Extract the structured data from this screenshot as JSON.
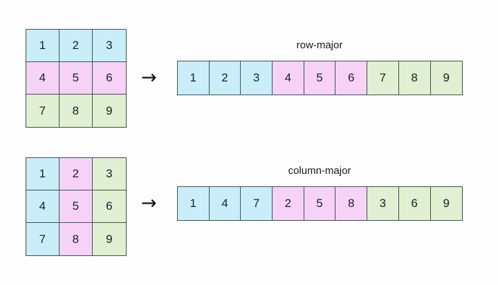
{
  "background_color": "#fdfdfd",
  "palette": {
    "blue": "#caeef9",
    "pink": "#f6d2f7",
    "green": "#e1efd2",
    "border": "#3f4f4f",
    "text": "#16202a"
  },
  "arrow_glyph": "→",
  "diagrams": [
    {
      "id": "row-major",
      "caption": "row-major",
      "matrix": {
        "rows": 3,
        "cols": 3,
        "cells": [
          {
            "value": "1",
            "color": "blue"
          },
          {
            "value": "2",
            "color": "blue"
          },
          {
            "value": "3",
            "color": "blue"
          },
          {
            "value": "4",
            "color": "pink"
          },
          {
            "value": "5",
            "color": "pink"
          },
          {
            "value": "6",
            "color": "pink"
          },
          {
            "value": "7",
            "color": "green"
          },
          {
            "value": "8",
            "color": "green"
          },
          {
            "value": "9",
            "color": "green"
          }
        ]
      },
      "strip": {
        "cells": [
          {
            "value": "1",
            "color": "blue"
          },
          {
            "value": "2",
            "color": "blue"
          },
          {
            "value": "3",
            "color": "blue"
          },
          {
            "value": "4",
            "color": "pink"
          },
          {
            "value": "5",
            "color": "pink"
          },
          {
            "value": "6",
            "color": "pink"
          },
          {
            "value": "7",
            "color": "green"
          },
          {
            "value": "8",
            "color": "green"
          },
          {
            "value": "9",
            "color": "green"
          }
        ]
      }
    },
    {
      "id": "column-major",
      "caption": "column-major",
      "matrix": {
        "rows": 3,
        "cols": 3,
        "cells": [
          {
            "value": "1",
            "color": "blue"
          },
          {
            "value": "2",
            "color": "pink"
          },
          {
            "value": "3",
            "color": "green"
          },
          {
            "value": "4",
            "color": "blue"
          },
          {
            "value": "5",
            "color": "pink"
          },
          {
            "value": "6",
            "color": "green"
          },
          {
            "value": "7",
            "color": "blue"
          },
          {
            "value": "8",
            "color": "pink"
          },
          {
            "value": "9",
            "color": "green"
          }
        ]
      },
      "strip": {
        "cells": [
          {
            "value": "1",
            "color": "blue"
          },
          {
            "value": "4",
            "color": "blue"
          },
          {
            "value": "7",
            "color": "blue"
          },
          {
            "value": "2",
            "color": "pink"
          },
          {
            "value": "5",
            "color": "pink"
          },
          {
            "value": "8",
            "color": "pink"
          },
          {
            "value": "3",
            "color": "green"
          },
          {
            "value": "6",
            "color": "green"
          },
          {
            "value": "9",
            "color": "green"
          }
        ]
      }
    }
  ]
}
